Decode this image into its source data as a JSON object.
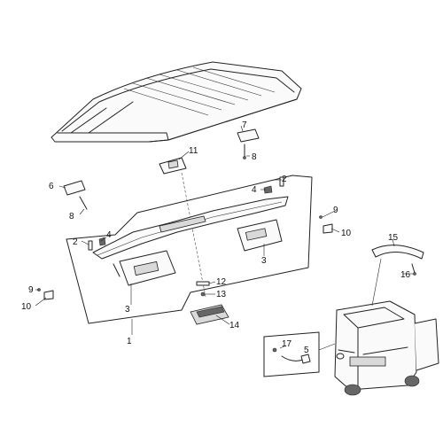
{
  "callouts": {
    "c1": "1",
    "c2a": "2",
    "c2b": "2",
    "c3a": "3",
    "c3b": "3",
    "c4a": "4",
    "c4b": "4",
    "c5": "5",
    "c6": "6",
    "c7": "7",
    "c8a": "8",
    "c8b": "8",
    "c9a": "9",
    "c9b": "9",
    "c10a": "10",
    "c10b": "10",
    "c11": "11",
    "c12": "12",
    "c13": "13",
    "c14": "14",
    "c15": "15",
    "c16": "16",
    "c17": "17"
  }
}
